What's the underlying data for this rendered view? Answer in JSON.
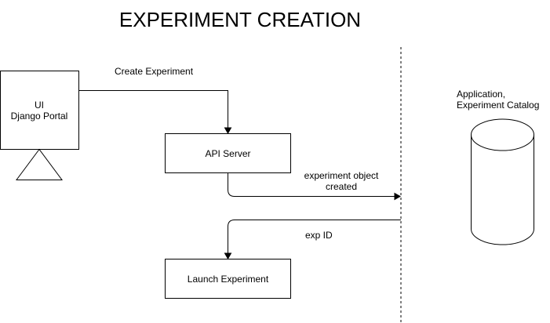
{
  "title": "EXPERIMENT CREATION",
  "nodes": {
    "ui_portal": {
      "line1": "UI",
      "line2": "Django Portal"
    },
    "api_server": {
      "label": "API Server"
    },
    "launch_experiment": {
      "label": "Launch Experiment"
    },
    "catalog": {
      "line1": "Application,",
      "line2": "Experiment Catalog"
    }
  },
  "edges": {
    "create_experiment": {
      "label": "Create Experiment"
    },
    "object_created": {
      "line1": "experiment object",
      "line2": "created"
    },
    "exp_id": {
      "label": "exp ID"
    }
  },
  "colors": {
    "stroke": "#000000",
    "fill": "#ffffff",
    "text": "#000000"
  }
}
